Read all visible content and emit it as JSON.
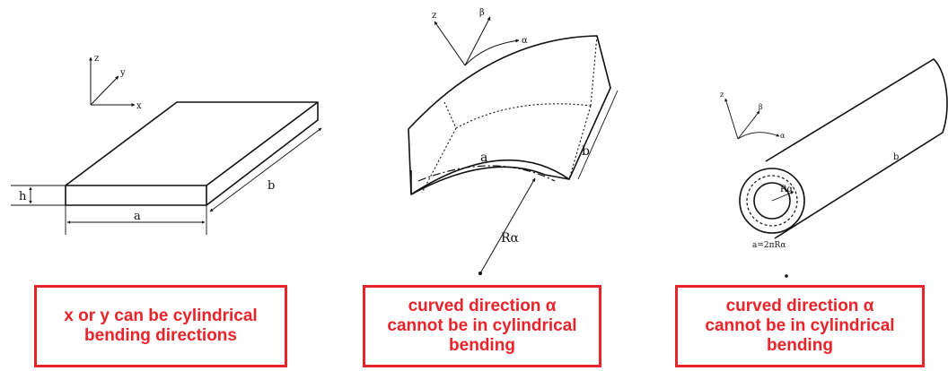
{
  "flat_plate": {
    "axis_z": "z",
    "axis_y": "y",
    "axis_x": "x",
    "dim_thickness": "h",
    "dim_length": "a",
    "dim_width": "b"
  },
  "curved_panel": {
    "axis_z": "z",
    "axis_beta": "β",
    "axis_alpha": "α",
    "dim_arc": "a",
    "dim_length": "b",
    "radius": "Rα"
  },
  "cylinder": {
    "axis_z": "z",
    "axis_beta": "β",
    "axis_alpha": "α",
    "dim_length": "b",
    "radius": "Rα",
    "circumference": "a=2πRα"
  },
  "captions": {
    "plate": "x or y can be cylindrical\nbending directions",
    "panel": "curved direction α\ncannot be in cylindrical\nbending",
    "cylinder": "curved direction α\ncannot be in cylindrical\nbending"
  },
  "colors": {
    "caption_red": "#e8242b",
    "line": "#111111"
  }
}
